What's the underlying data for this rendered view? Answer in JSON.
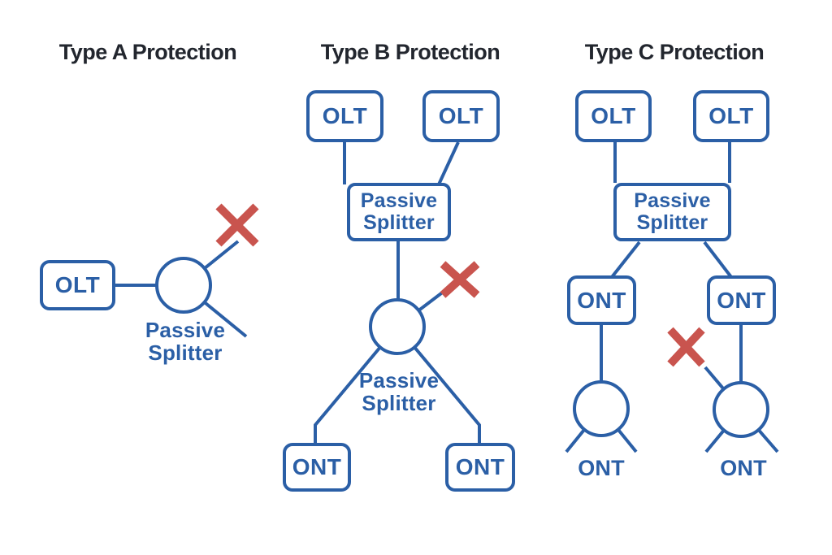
{
  "colors": {
    "line_blue": "#2B5FA6",
    "fail_red": "#C9544E",
    "title_dark": "#22262E",
    "background": "#FFFFFF"
  },
  "panels": {
    "a": {
      "title": "Type A Protection",
      "olt_label": "OLT",
      "splitter_label": "Passive\nSplitter"
    },
    "b": {
      "title": "Type B Protection",
      "olt1_label": "OLT",
      "olt2_label": "OLT",
      "splitter_box_label": "Passive\nSplitter",
      "splitter_circle_label": "Passive\nSplitter",
      "ont1_label": "ONT",
      "ont2_label": "ONT"
    },
    "c": {
      "title": "Type C Protection",
      "olt1_label": "OLT",
      "olt2_label": "OLT",
      "splitter_box_label": "Passive\nSplitter",
      "ont_box1_label": "ONT",
      "ont_box2_label": "ONT",
      "ont_leaf1_label": "ONT",
      "ont_leaf2_label": "ONT"
    }
  }
}
